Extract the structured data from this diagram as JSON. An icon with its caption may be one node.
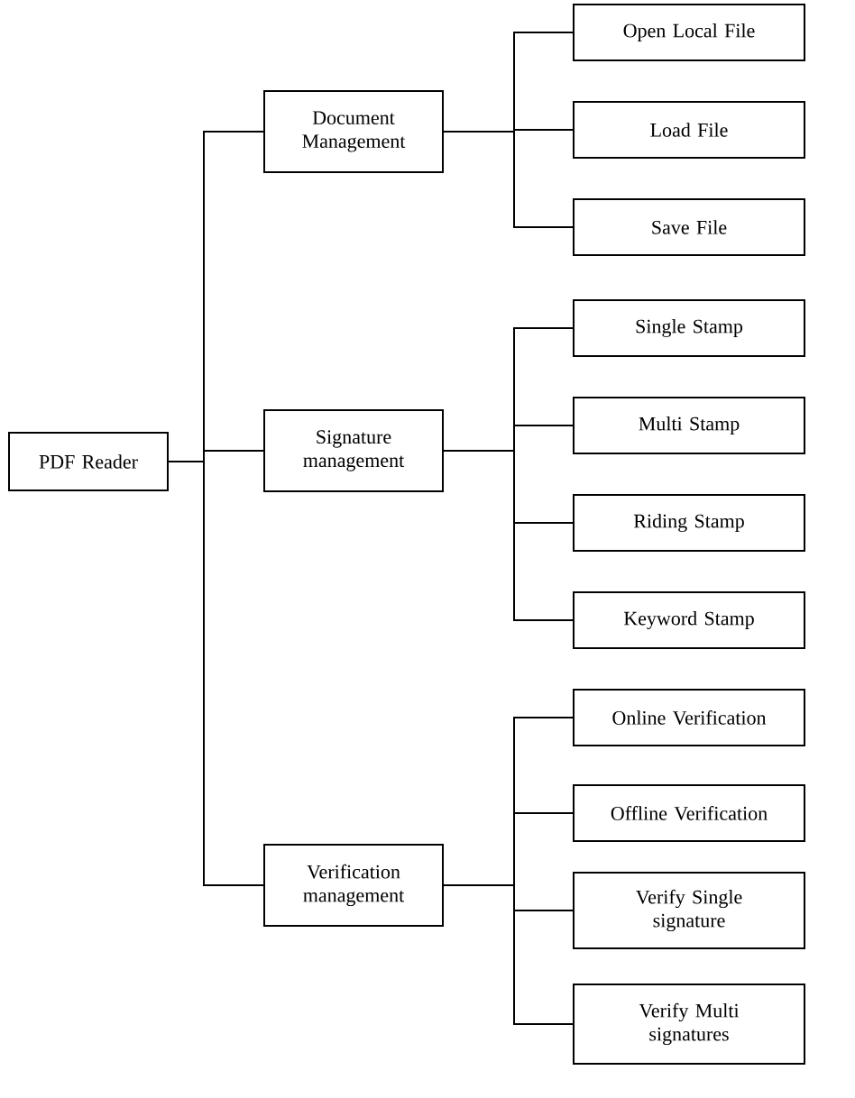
{
  "diagram": {
    "nodes": [
      {
        "text": [
          "PDF Reader"
        ]
      },
      {
        "text": [
          "Document Management"
        ]
      },
      {
        "text": [
          "Signature management"
        ]
      },
      {
        "text": [
          "Verification management"
        ]
      },
      {
        "text": [
          "Open Local File"
        ]
      },
      {
        "text": [
          "Load File"
        ]
      },
      {
        "text": [
          "Save File"
        ]
      },
      {
        "text": [
          "Single Stamp"
        ]
      },
      {
        "text": [
          "Multi Stamp"
        ]
      },
      {
        "text": [
          "Riding Stamp"
        ]
      },
      {
        "text": [
          "Keyword Stamp"
        ]
      },
      {
        "text": [
          "Online Verification"
        ]
      },
      {
        "text": [
          "Offline Verification"
        ]
      },
      {
        "text": [
          "Verify Single signature"
        ]
      },
      {
        "text": [
          "Verify Multi signatures"
        ]
      }
    ],
    "edges": [
      {
        "from": 0,
        "to": 1,
        "arrow": "none"
      },
      {
        "from": 0,
        "to": 2,
        "arrow": "none"
      },
      {
        "from": 0,
        "to": 3,
        "arrow": "none"
      },
      {
        "from": 1,
        "to": 4,
        "arrow": "none"
      },
      {
        "from": 1,
        "to": 5,
        "arrow": "none"
      },
      {
        "from": 1,
        "to": 6,
        "arrow": "none"
      },
      {
        "from": 2,
        "to": 7,
        "arrow": "none"
      },
      {
        "from": 2,
        "to": 8,
        "arrow": "none"
      },
      {
        "from": 2,
        "to": 9,
        "arrow": "none"
      },
      {
        "from": 2,
        "to": 10,
        "arrow": "none"
      },
      {
        "from": 3,
        "to": 11,
        "arrow": "none"
      },
      {
        "from": 3,
        "to": 12,
        "arrow": "none"
      },
      {
        "from": 3,
        "to": 13,
        "arrow": "none"
      },
      {
        "from": 3,
        "to": 14,
        "arrow": "none"
      }
    ]
  }
}
